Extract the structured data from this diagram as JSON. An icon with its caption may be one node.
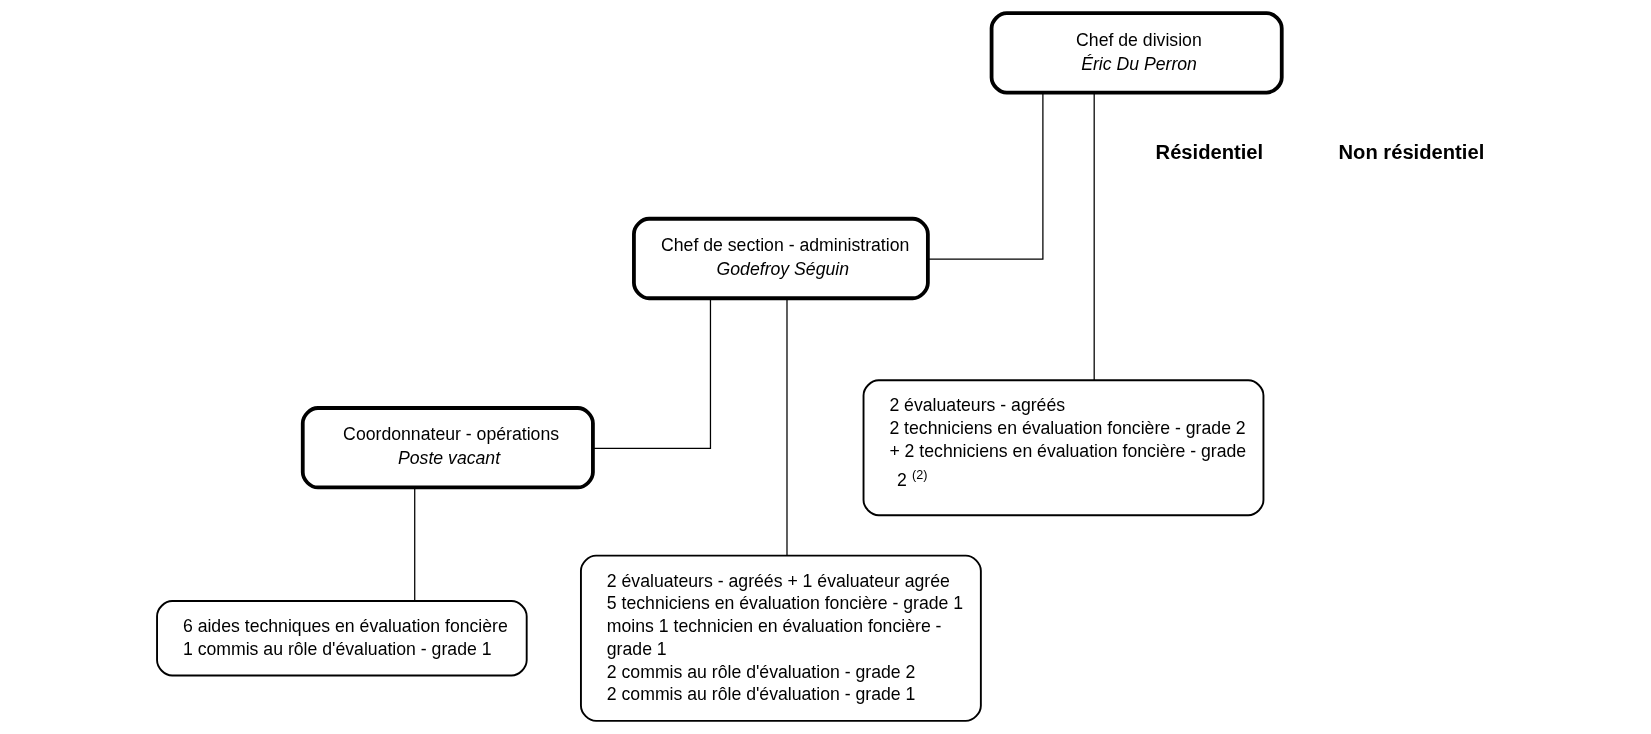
{
  "diagram": {
    "nodes": [
      {
        "text": [
          "Chef de division",
          "Éric Du Perron"
        ]
      },
      {
        "text": [
          "Chef de section - administration",
          "Godefroy Séguin"
        ]
      },
      {
        "text": [
          "Coordonnateur - opérations",
          "Poste vacant"
        ]
      },
      {
        "text": [
          "2 évaluateurs - agréés + 1 évaluateur agrée",
          "5 techniciens en évaluation foncière - grade 1 moins 1 technicien en évaluation foncière - grade 1",
          "2 commis au rôle d'évaluation - grade 2",
          "2 commis au rôle d'évaluation - grade 1"
        ]
      },
      {
        "text": [
          "6 aides techniques en évaluation foncière",
          "1 commis au rôle d'évaluation - grade 1"
        ]
      },
      {
        "text": [
          "2 évaluateurs - agréés",
          "2 techniciens en évaluation foncière - grade 2 + 2 techniciens en évaluation foncière - grade 2 $^{(2)}$"
        ]
      }
    ],
    "edges": [
      {
        "from": 0,
        "to": 1,
        "arrow": "none"
      },
      {
        "from": 0,
        "to": 5,
        "arrow": "none"
      },
      {
        "from": 1,
        "to": 2,
        "arrow": "none"
      },
      {
        "from": 1,
        "to": 3,
        "arrow": "none"
      },
      {
        "from": 2,
        "to": 4,
        "arrow": "none"
      }
    ],
    "labels": [
      "Résidentiel",
      "Non résidentiel"
    ]
  }
}
